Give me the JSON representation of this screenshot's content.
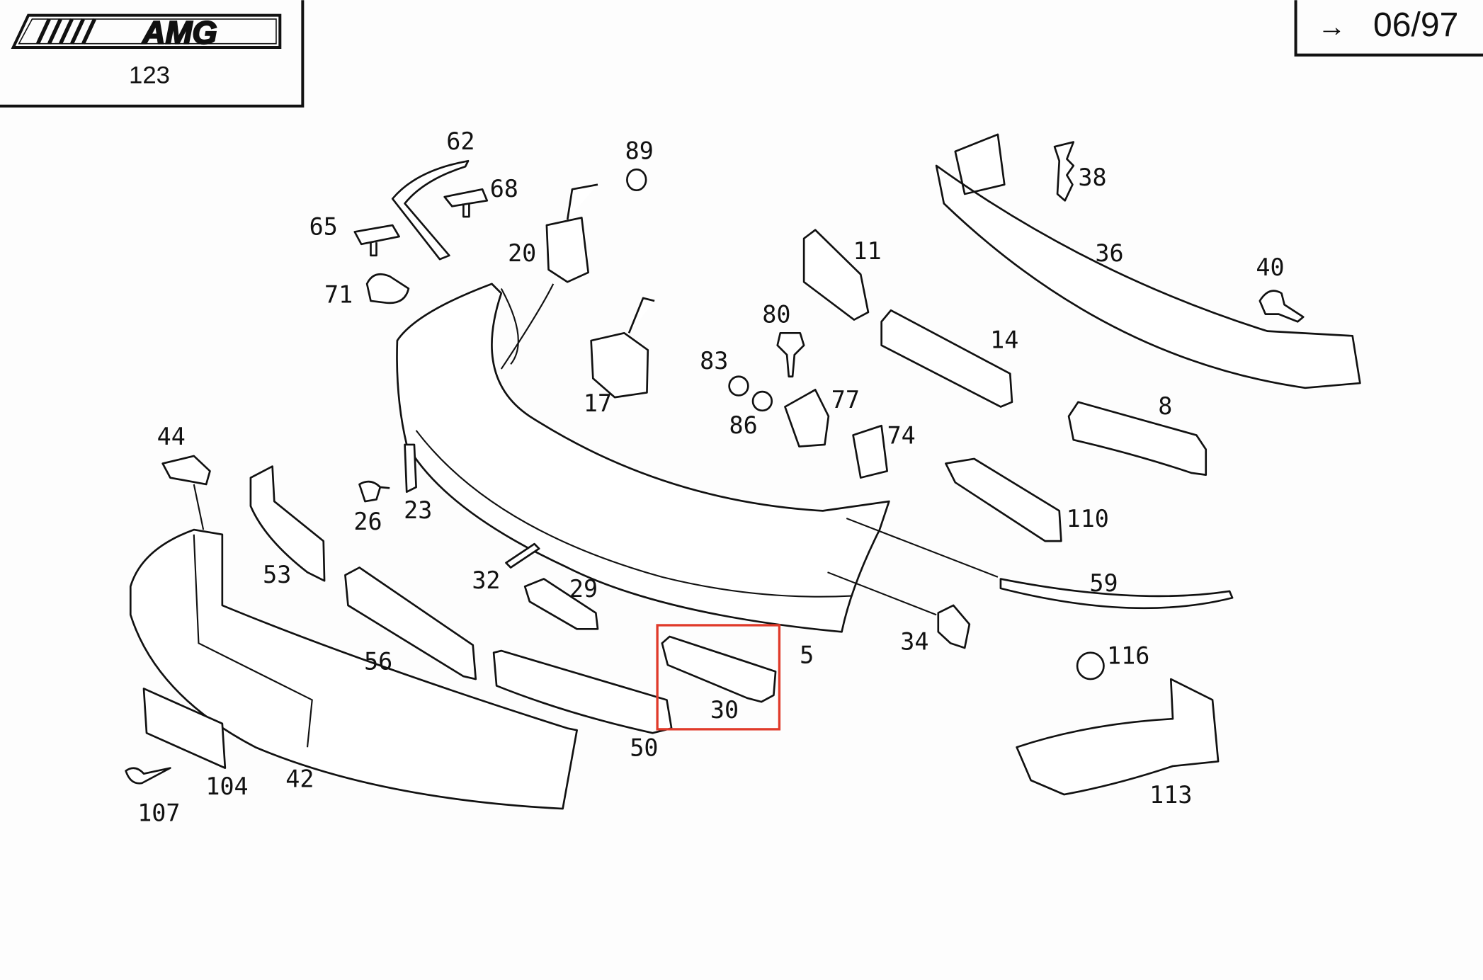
{
  "header": {
    "logo_text": "AMG",
    "model_number": "123",
    "validity_arrow": "→",
    "validity_date": "06/97"
  },
  "highlight": {
    "part": "30",
    "color": "#e03a2a"
  },
  "parts": [
    {
      "id": "62",
      "label": "62"
    },
    {
      "id": "89",
      "label": "89"
    },
    {
      "id": "68",
      "label": "68"
    },
    {
      "id": "38",
      "label": "38"
    },
    {
      "id": "65",
      "label": "65"
    },
    {
      "id": "20",
      "label": "20"
    },
    {
      "id": "11",
      "label": "11"
    },
    {
      "id": "36",
      "label": "36"
    },
    {
      "id": "40",
      "label": "40"
    },
    {
      "id": "71",
      "label": "71"
    },
    {
      "id": "80",
      "label": "80"
    },
    {
      "id": "14",
      "label": "14"
    },
    {
      "id": "83",
      "label": "83"
    },
    {
      "id": "17",
      "label": "17"
    },
    {
      "id": "77",
      "label": "77"
    },
    {
      "id": "8",
      "label": "8"
    },
    {
      "id": "86",
      "label": "86"
    },
    {
      "id": "74",
      "label": "74"
    },
    {
      "id": "44",
      "label": "44"
    },
    {
      "id": "26",
      "label": "26"
    },
    {
      "id": "23",
      "label": "23"
    },
    {
      "id": "110",
      "label": "110"
    },
    {
      "id": "53",
      "label": "53"
    },
    {
      "id": "32",
      "label": "32"
    },
    {
      "id": "29",
      "label": "29"
    },
    {
      "id": "59",
      "label": "59"
    },
    {
      "id": "34",
      "label": "34"
    },
    {
      "id": "5",
      "label": "5"
    },
    {
      "id": "116",
      "label": "116"
    },
    {
      "id": "56",
      "label": "56"
    },
    {
      "id": "30",
      "label": "30"
    },
    {
      "id": "50",
      "label": "50"
    },
    {
      "id": "104",
      "label": "104"
    },
    {
      "id": "42",
      "label": "42"
    },
    {
      "id": "107",
      "label": "107"
    },
    {
      "id": "113",
      "label": "113"
    }
  ]
}
